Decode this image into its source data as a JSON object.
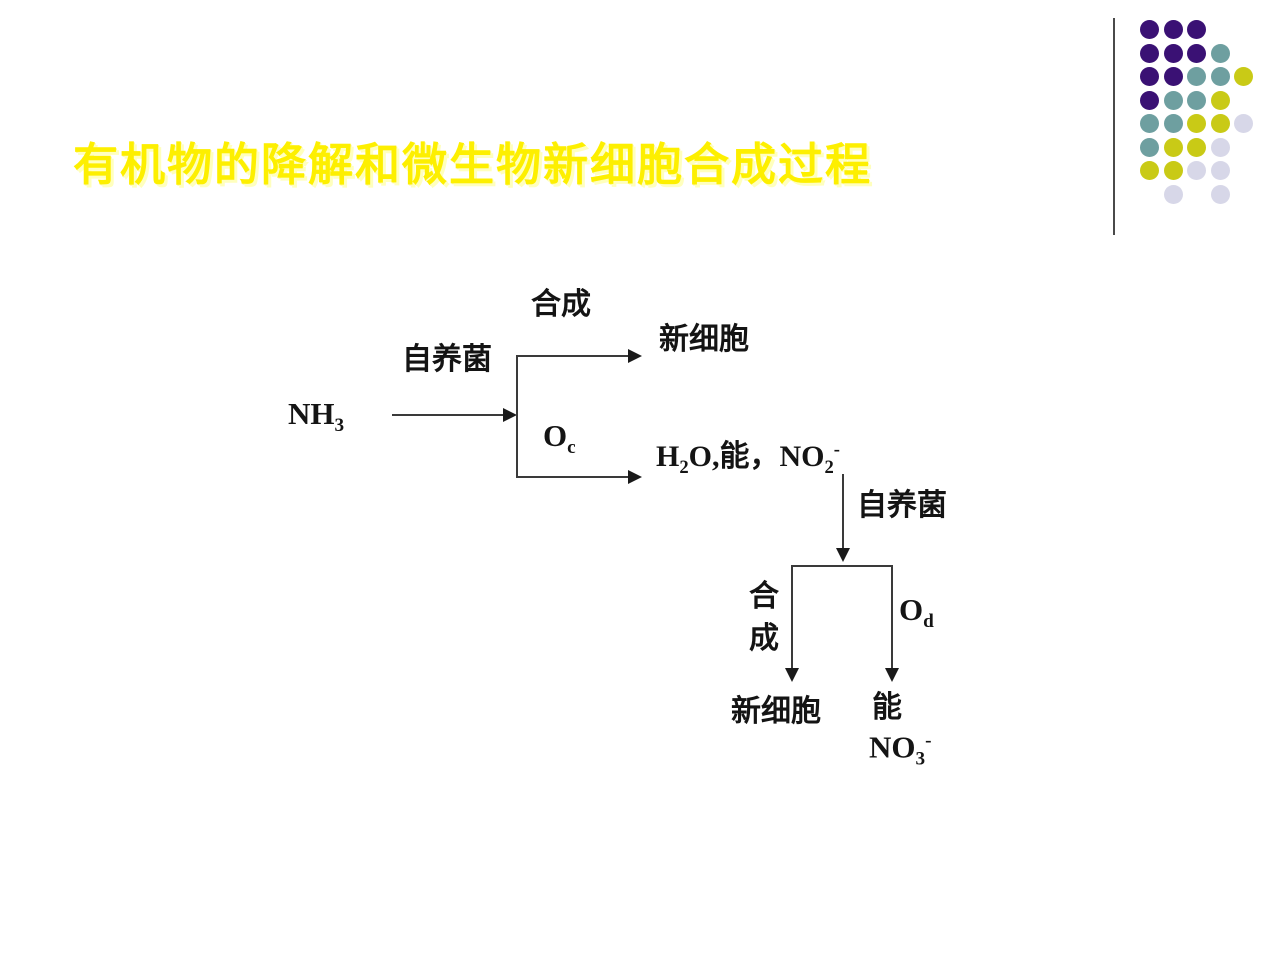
{
  "title": "有机物的降解和微生物新细胞合成过程",
  "decoration": {
    "dots": {
      "colors": {
        "purple": "#3a1174",
        "teal": "#6e9fa0",
        "yellow": "#c9ca16",
        "lavender": "#d7d7e8"
      },
      "grid": [
        [
          "purple",
          "purple",
          "purple",
          "",
          ""
        ],
        [
          "purple",
          "purple",
          "purple",
          "teal",
          ""
        ],
        [
          "purple",
          "purple",
          "teal",
          "teal",
          "yellow"
        ],
        [
          "purple",
          "teal",
          "teal",
          "yellow",
          ""
        ],
        [
          "teal",
          "teal",
          "yellow",
          "yellow",
          "lavender"
        ],
        [
          "teal",
          "yellow",
          "yellow",
          "lavender",
          ""
        ],
        [
          "yellow",
          "yellow",
          "lavender",
          "lavender",
          ""
        ],
        [
          "",
          "lavender",
          "",
          "lavender",
          ""
        ]
      ]
    }
  },
  "diagram": {
    "nh3": {
      "base": "NH",
      "sub": "3"
    },
    "autotroph_label_1": "自养菌",
    "synthesis_label_1": "合成",
    "new_cells_1": "新细胞",
    "oc": {
      "base": "O",
      "sub": "c"
    },
    "products": {
      "h": "H",
      "h_sub": "2",
      "mid": "O,能，",
      "no": "NO",
      "no_sub": "2",
      "no_sup": "-"
    },
    "autotroph_label_2": "自养菌",
    "synthesis_label_2": {
      "line1": "合",
      "line2": "成"
    },
    "od": {
      "base": "O",
      "sub": "d"
    },
    "new_cells_2": "新细胞",
    "energy": "能",
    "no3": {
      "base": "NO",
      "sub": "3",
      "sup": "-"
    }
  }
}
